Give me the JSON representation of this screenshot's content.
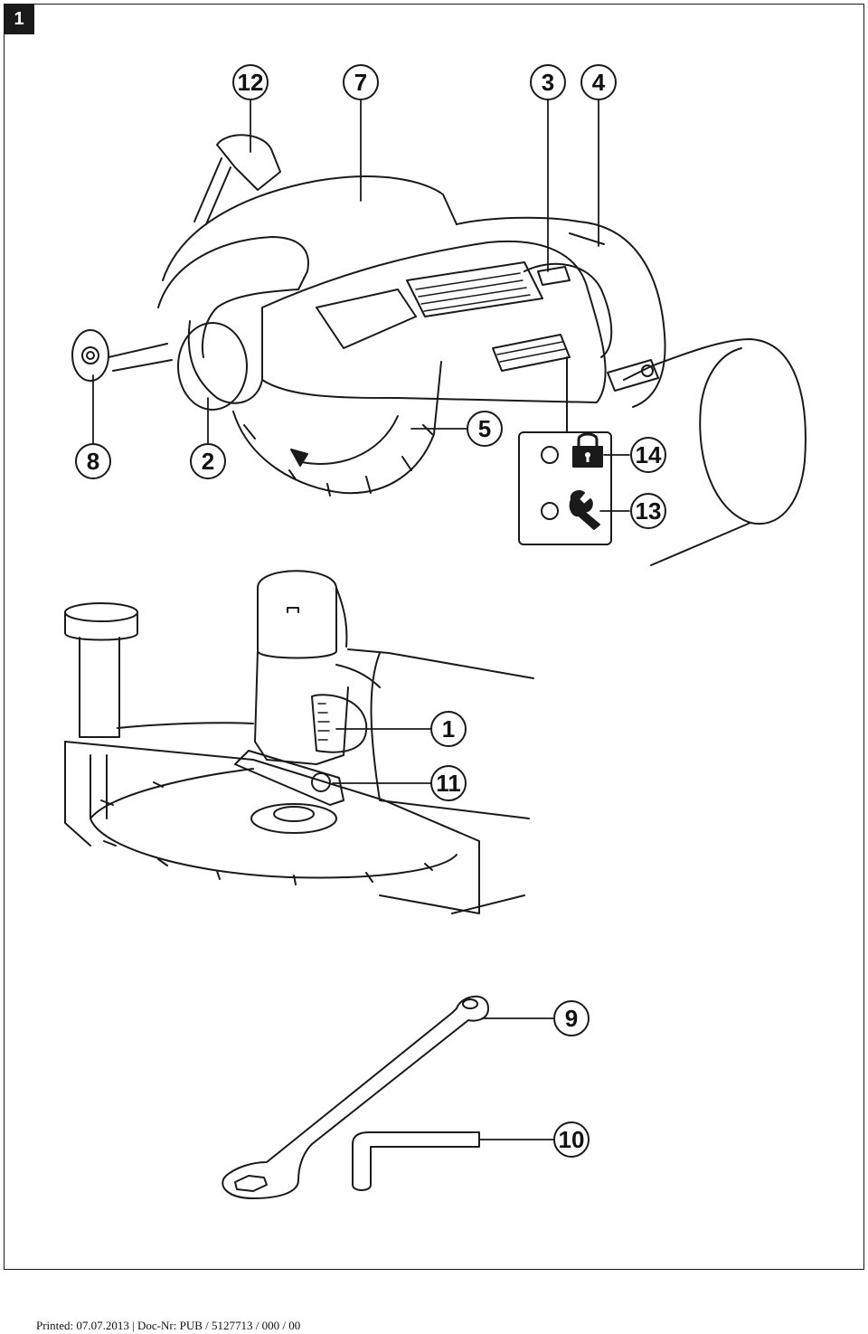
{
  "figure_number": "1",
  "callouts": [
    {
      "id": "c12",
      "label": "12"
    },
    {
      "id": "c7",
      "label": "7"
    },
    {
      "id": "c3",
      "label": "3"
    },
    {
      "id": "c4",
      "label": "4"
    },
    {
      "id": "c8",
      "label": "8"
    },
    {
      "id": "c2",
      "label": "2"
    },
    {
      "id": "c5",
      "label": "5"
    },
    {
      "id": "c14",
      "label": "14"
    },
    {
      "id": "c13",
      "label": "13"
    },
    {
      "id": "c1",
      "label": "1"
    },
    {
      "id": "c11",
      "label": "11"
    },
    {
      "id": "c9",
      "label": "9"
    },
    {
      "id": "c10",
      "label": "10"
    }
  ],
  "indicator_icons": [
    "lock-icon",
    "wrench-icon"
  ],
  "footer": {
    "text": "Printed: 07.07.2013 | Doc-Nr: PUB / 5127713 / 000 / 00"
  }
}
